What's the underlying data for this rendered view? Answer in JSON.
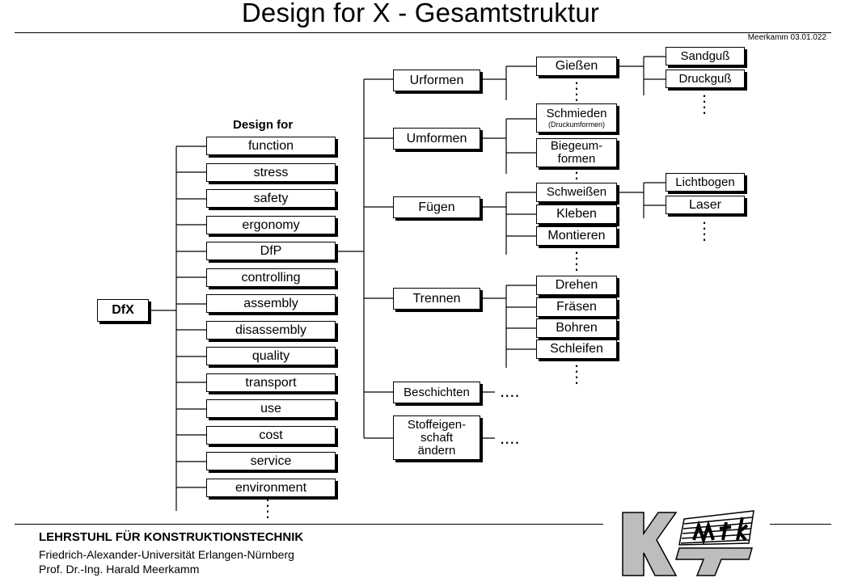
{
  "header": {
    "title": "Design for X - Gesamtstruktur",
    "doc_ref": "Meerkamm 03.01.022"
  },
  "root": {
    "label": "DfX"
  },
  "design_for": {
    "heading": "Design for",
    "items": [
      "function",
      "stress",
      "safety",
      "ergonomy",
      "DfP",
      "controlling",
      "assembly",
      "disassembly",
      "quality",
      "transport",
      "use",
      "cost",
      "service",
      "environment"
    ]
  },
  "processes": {
    "urformen": {
      "label": "Urformen",
      "children": {
        "giessen": "Gießen"
      },
      "giessen_children": [
        "Sandguß",
        "Druckguß"
      ]
    },
    "umformen": {
      "label": "Umformen",
      "schmieden": "Schmieden",
      "schmieden_note": "(Druckumformen)",
      "biegeumformen_line1": "Biegeum-",
      "biegeumformen_line2": "formen"
    },
    "fuegen": {
      "label": "Fügen",
      "children": [
        "Schweißen",
        "Kleben",
        "Montieren"
      ],
      "schweissen_children": [
        "Lichtbogen",
        "Laser"
      ]
    },
    "trennen": {
      "label": "Trennen",
      "children": [
        "Drehen",
        "Fräsen",
        "Bohren",
        "Schleifen"
      ]
    },
    "beschichten": {
      "label": "Beschichten",
      "more": "...."
    },
    "stoffeigenschaft": {
      "line1": "Stoffeigen-",
      "line2": "schaft",
      "line3": "ändern",
      "more": "...."
    }
  },
  "footer": {
    "chair": "LEHRSTUHL FÜR KONSTRUKTIONSTECHNIK",
    "university": "Friedrich-Alexander-Universität Erlangen-Nürnberg",
    "professor": "Prof. Dr.-Ing. Harald Meerkamm"
  }
}
